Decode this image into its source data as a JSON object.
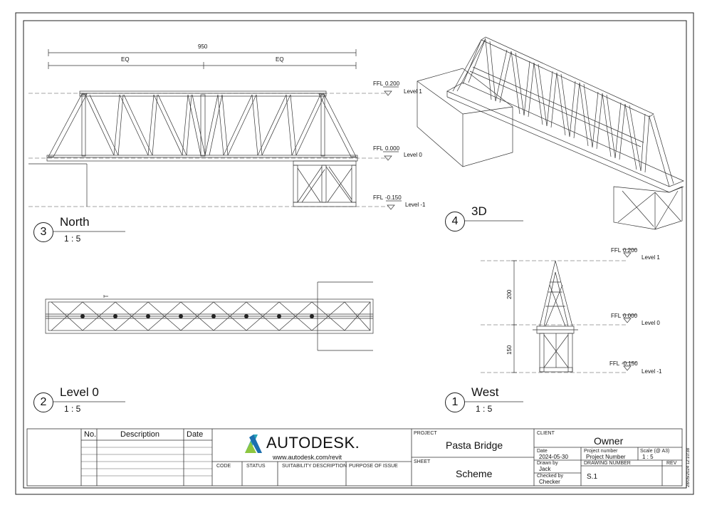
{
  "views": {
    "north": {
      "number": "3",
      "title": "North",
      "scale": "1 : 5"
    },
    "threed": {
      "number": "4",
      "title": "3D"
    },
    "level0": {
      "number": "2",
      "title": "Level 0",
      "scale": "1 : 5"
    },
    "west": {
      "number": "1",
      "title": "West",
      "scale": "1 : 5"
    }
  },
  "dimensions": {
    "overall": "950",
    "eq_left": "EQ",
    "eq_right": "EQ",
    "west_upper": "200",
    "west_lower": "150"
  },
  "levels": {
    "ffl_prefix": "FFL",
    "level1": {
      "value": "0.200",
      "name": "Level 1"
    },
    "level0": {
      "value": "0.000",
      "name": "Level 0"
    },
    "levelm1": {
      "value": "-0.150",
      "name": "Level -1"
    }
  },
  "revision_table": {
    "col_no": "No.",
    "col_description": "Description",
    "col_date": "Date"
  },
  "brand": {
    "name": "AUTODESK.",
    "url": "www.autodesk.com/revit"
  },
  "status_row": {
    "code": "CODE",
    "status": "STATUS",
    "suitability": "SUITABILITY DESCRIPTION",
    "purpose": "PURPOSE OF ISSUE"
  },
  "project": {
    "label": "PROJECT",
    "value": "Pasta Bridge"
  },
  "sheet": {
    "label": "SHEET",
    "value": "Scheme"
  },
  "client": {
    "label": "CLIENT",
    "value": "Owner"
  },
  "info": {
    "date_label": "Date",
    "date_value": "2024-05-30",
    "project_number_label": "Project number",
    "project_number_value": "Project Number",
    "scale_label": "Scale (@ A3)",
    "scale_value": "1 : 5",
    "drawn_label": "Drawn by",
    "drawn_value": "Jack",
    "checked_label": "Checked by",
    "checked_value": "Checker",
    "drawing_number_label": "DRAWING NUMBER",
    "drawing_number_value": "S.1",
    "rev_label": "REV"
  },
  "print_stamp": "28/05/2024 12:10:38",
  "colors": {
    "line": "#222222",
    "logo_teal": "#2aa5b8",
    "logo_blue": "#1c6fae",
    "logo_green": "#8ec63f"
  }
}
